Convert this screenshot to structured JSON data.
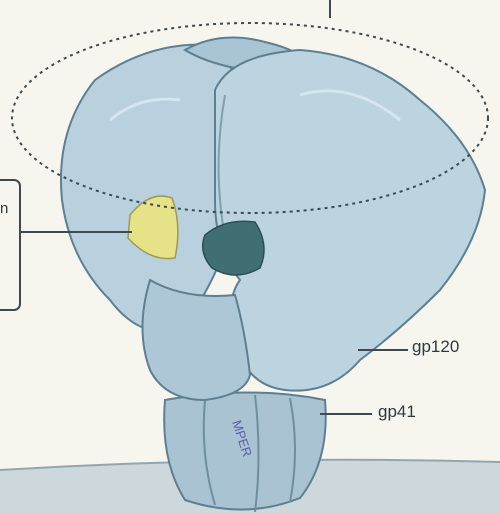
{
  "labels": {
    "gp120": "gp120",
    "gp41": "gp41",
    "callout_fragment": "n",
    "mper": "MPER"
  },
  "colors": {
    "background": "#f7f6ee",
    "protein_fill": "#b8d0df",
    "protein_shadow": "#9fbdd0",
    "protein_edge": "#5d7f92",
    "binding_site_yellow": "#e6e287",
    "binding_site_teal": "#3f6f73",
    "membrane": "#c9d4d8",
    "leader_line": "#3d4a50"
  }
}
